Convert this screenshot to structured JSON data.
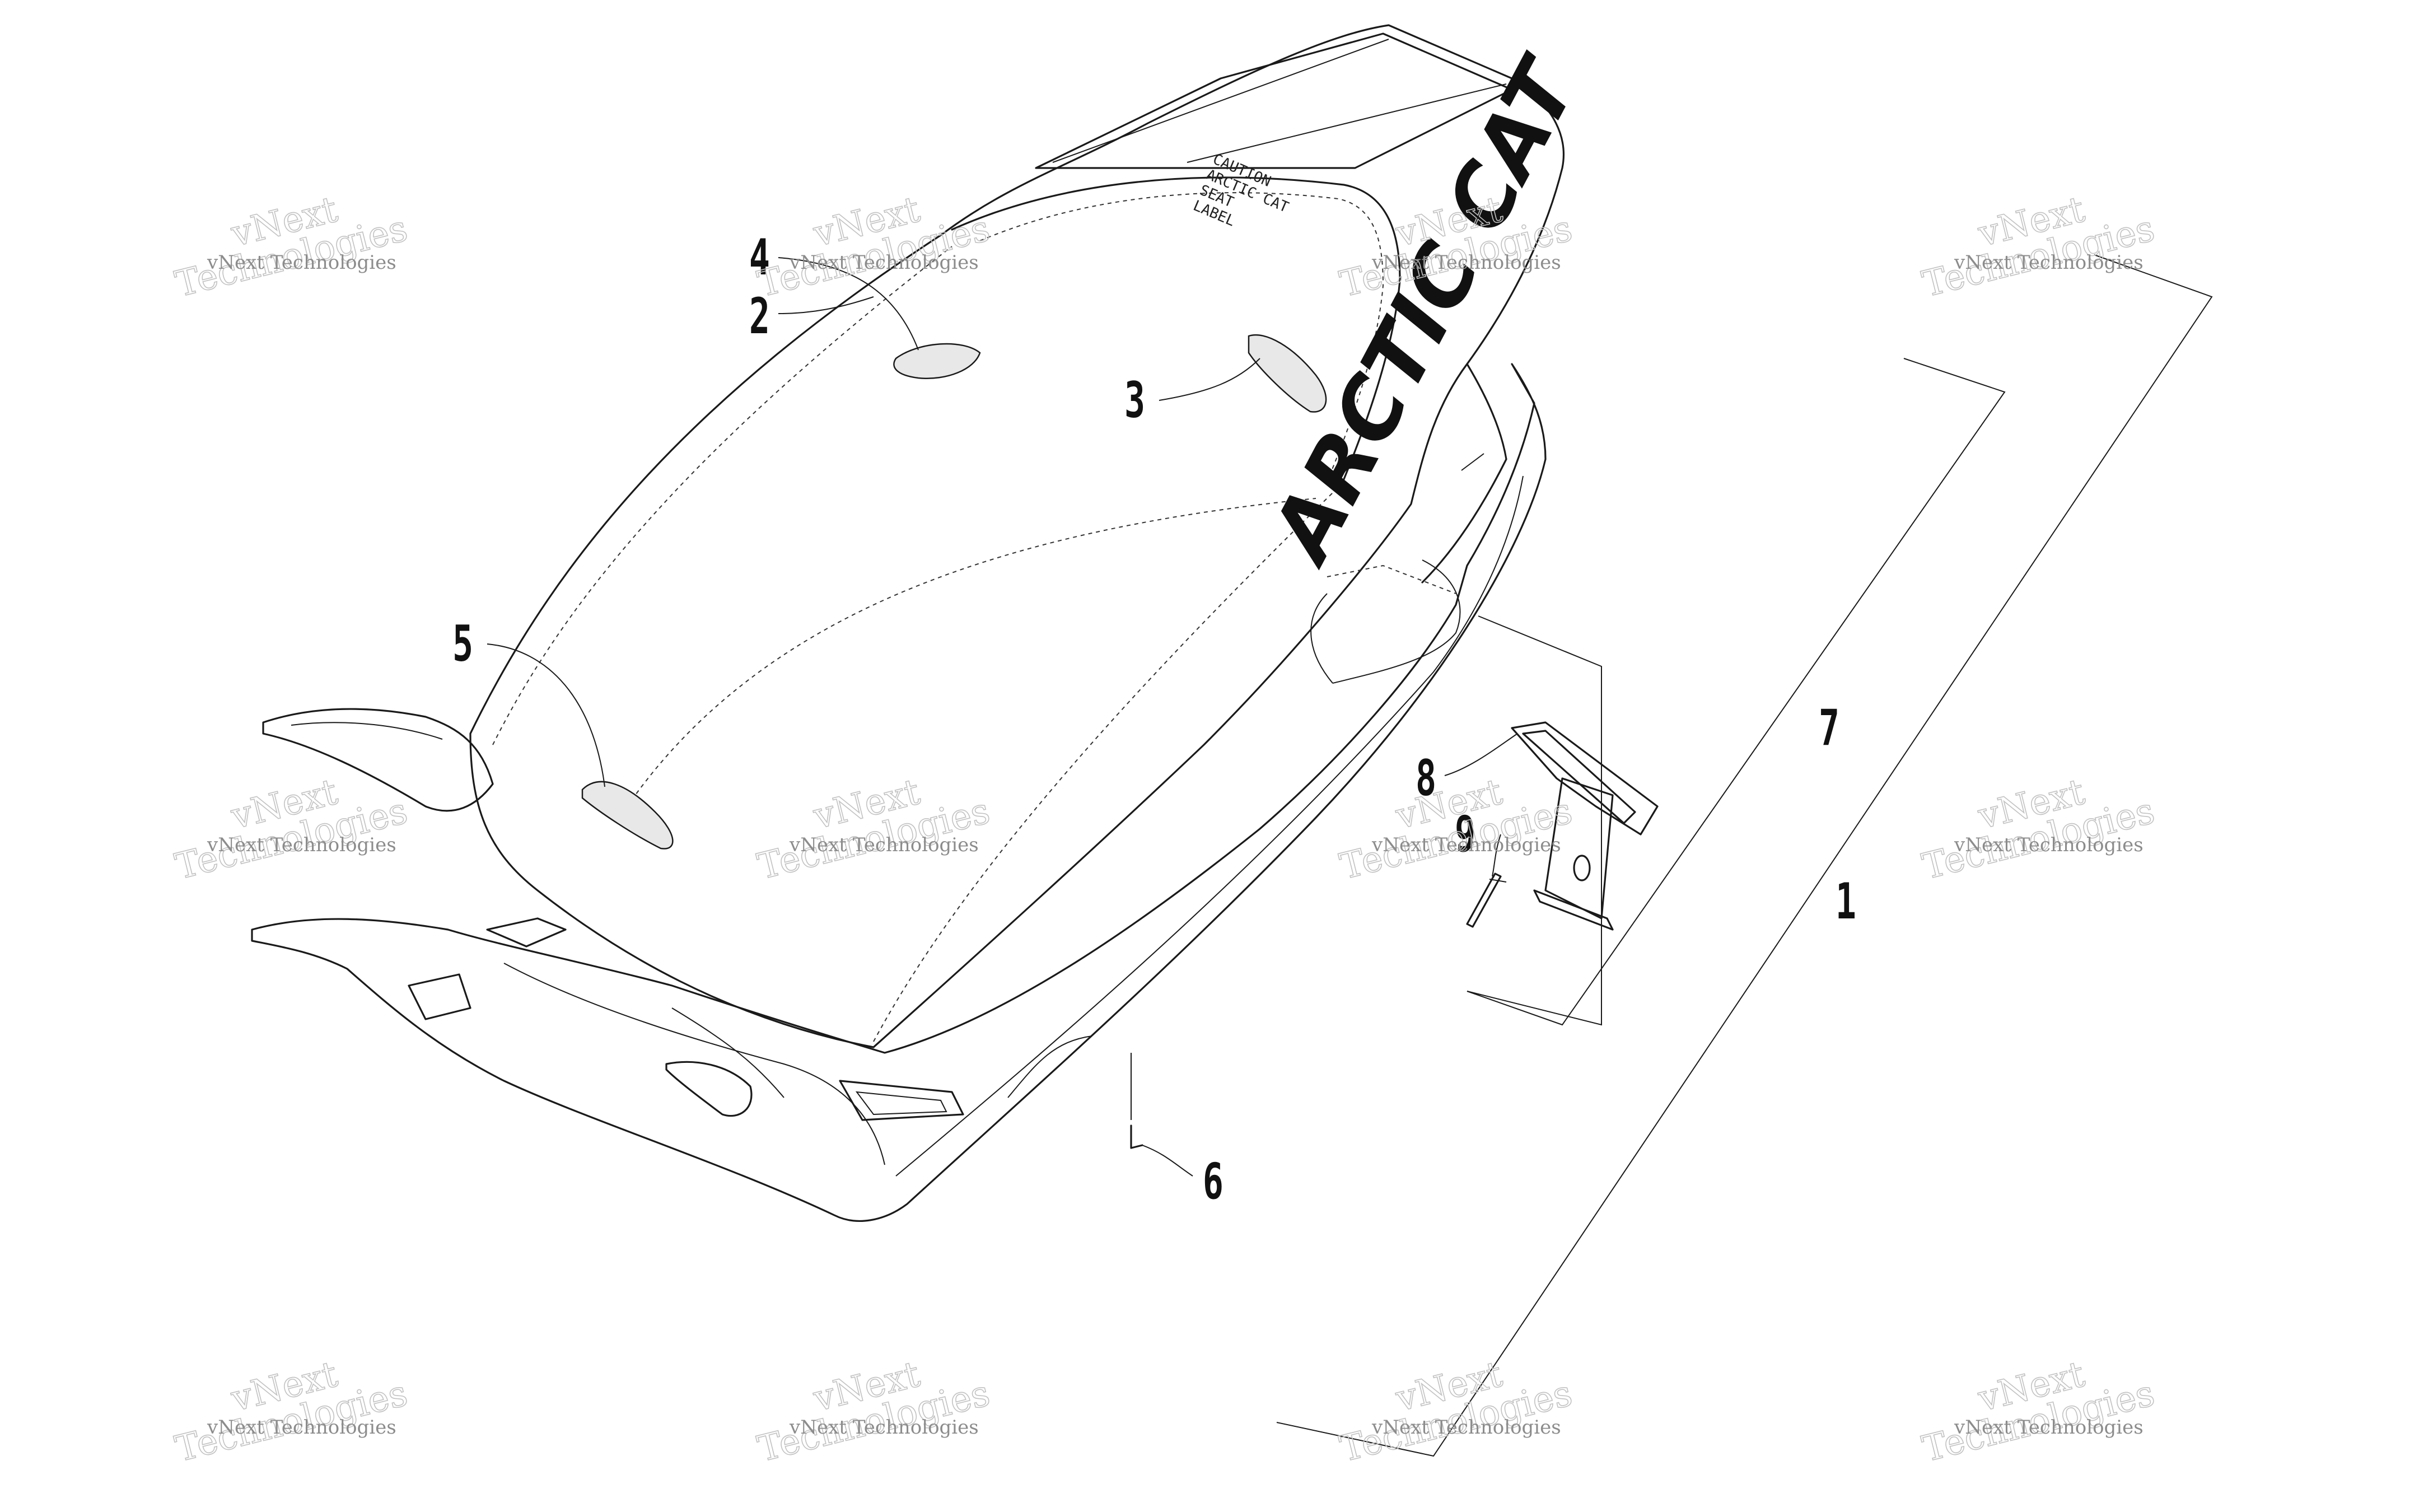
{
  "callouts": [
    "1",
    "2",
    "3",
    "4",
    "5",
    "6",
    "7",
    "8",
    "9"
  ],
  "brand_logo": "ARCTIC CAT",
  "seat_tag": [
    "CAUTION",
    "ARCTIC CAT",
    "SEAT",
    "LABEL"
  ],
  "watermark": {
    "line_small": "vNext Technologies",
    "line_big_1": "vNext",
    "line_big_2": "Technologies"
  },
  "colors": {
    "line": "#1a1a1a",
    "watermark": "#8c8c8c",
    "background": "#ffffff"
  }
}
